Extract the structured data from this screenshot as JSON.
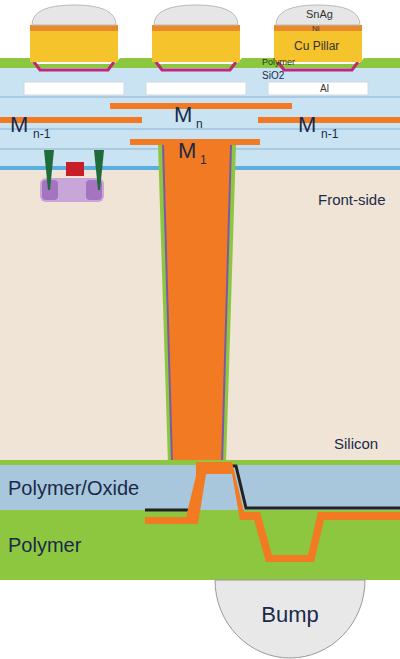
{
  "diagram": {
    "nodes": [
      {
        "text": [
          "Bump"
        ]
      }
    ],
    "labels": [
      "SnAg",
      "Ni",
      "Cu Pillar",
      "Polymer",
      "SiO2",
      "Al",
      "M",
      "n-1",
      "M",
      "n",
      "M",
      "n-1",
      "M",
      "1",
      "Front-side",
      "Silicon",
      "Polymer/Oxide",
      "Polymer"
    ]
  }
}
